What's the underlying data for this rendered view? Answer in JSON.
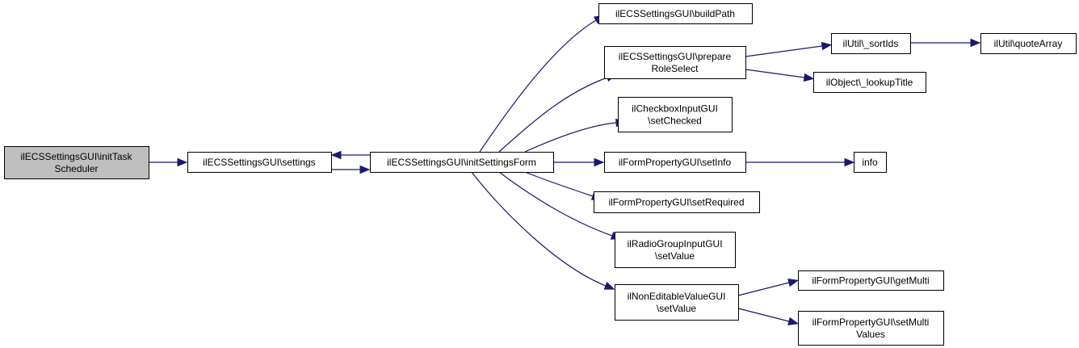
{
  "diagram": {
    "title": "",
    "colors": {
      "root_fill": "#bfbfbf",
      "node_fill": "#ffffff",
      "edge": "#191970",
      "text": "#000000"
    },
    "nodes": [
      {
        "id": "initTaskScheduler",
        "lines": [
          "ilECSSettingsGUI\\initTask",
          "Scheduler"
        ],
        "root": true
      },
      {
        "id": "settings",
        "lines": [
          "ilECSSettingsGUI\\settings"
        ]
      },
      {
        "id": "initSettingsForm",
        "lines": [
          "ilECSSettingsGUI\\initSettingsForm"
        ]
      },
      {
        "id": "buildPath",
        "lines": [
          "ilECSSettingsGUI\\buildPath"
        ]
      },
      {
        "id": "prepareRoleSelect",
        "lines": [
          "ilECSSettingsGUI\\prepare",
          "RoleSelect"
        ]
      },
      {
        "id": "setChecked",
        "lines": [
          "ilCheckboxInputGUI",
          "\\setChecked"
        ]
      },
      {
        "id": "setInfo",
        "lines": [
          "ilFormPropertyGUI\\setInfo"
        ]
      },
      {
        "id": "setRequired",
        "lines": [
          "ilFormPropertyGUI\\setRequired"
        ]
      },
      {
        "id": "radioSetValue",
        "lines": [
          "ilRadioGroupInputGUI",
          "\\setValue"
        ]
      },
      {
        "id": "nonEditSetValue",
        "lines": [
          "ilNonEditableValueGUI",
          "\\setValue"
        ]
      },
      {
        "id": "sortIds",
        "lines": [
          "ilUtil\\_sortIds"
        ]
      },
      {
        "id": "quoteArray",
        "lines": [
          "ilUtil\\quoteArray"
        ]
      },
      {
        "id": "lookupTitle",
        "lines": [
          "ilObject\\_lookupTitle"
        ]
      },
      {
        "id": "info",
        "lines": [
          "info"
        ]
      },
      {
        "id": "getMulti",
        "lines": [
          "ilFormPropertyGUI\\getMulti"
        ]
      },
      {
        "id": "setMultiValues",
        "lines": [
          "ilFormPropertyGUI\\setMulti",
          "Values"
        ]
      }
    ],
    "edges": [
      {
        "from": "initTaskScheduler",
        "to": "settings"
      },
      {
        "from": "settings",
        "to": "initSettingsForm"
      },
      {
        "from": "initSettingsForm",
        "to": "settings"
      },
      {
        "from": "initSettingsForm",
        "to": "buildPath"
      },
      {
        "from": "initSettingsForm",
        "to": "prepareRoleSelect"
      },
      {
        "from": "initSettingsForm",
        "to": "setChecked"
      },
      {
        "from": "initSettingsForm",
        "to": "setInfo"
      },
      {
        "from": "initSettingsForm",
        "to": "setRequired"
      },
      {
        "from": "initSettingsForm",
        "to": "radioSetValue"
      },
      {
        "from": "initSettingsForm",
        "to": "nonEditSetValue"
      },
      {
        "from": "prepareRoleSelect",
        "to": "sortIds"
      },
      {
        "from": "prepareRoleSelect",
        "to": "lookupTitle"
      },
      {
        "from": "sortIds",
        "to": "quoteArray"
      },
      {
        "from": "setInfo",
        "to": "info"
      },
      {
        "from": "nonEditSetValue",
        "to": "getMulti"
      },
      {
        "from": "nonEditSetValue",
        "to": "setMultiValues"
      }
    ]
  }
}
